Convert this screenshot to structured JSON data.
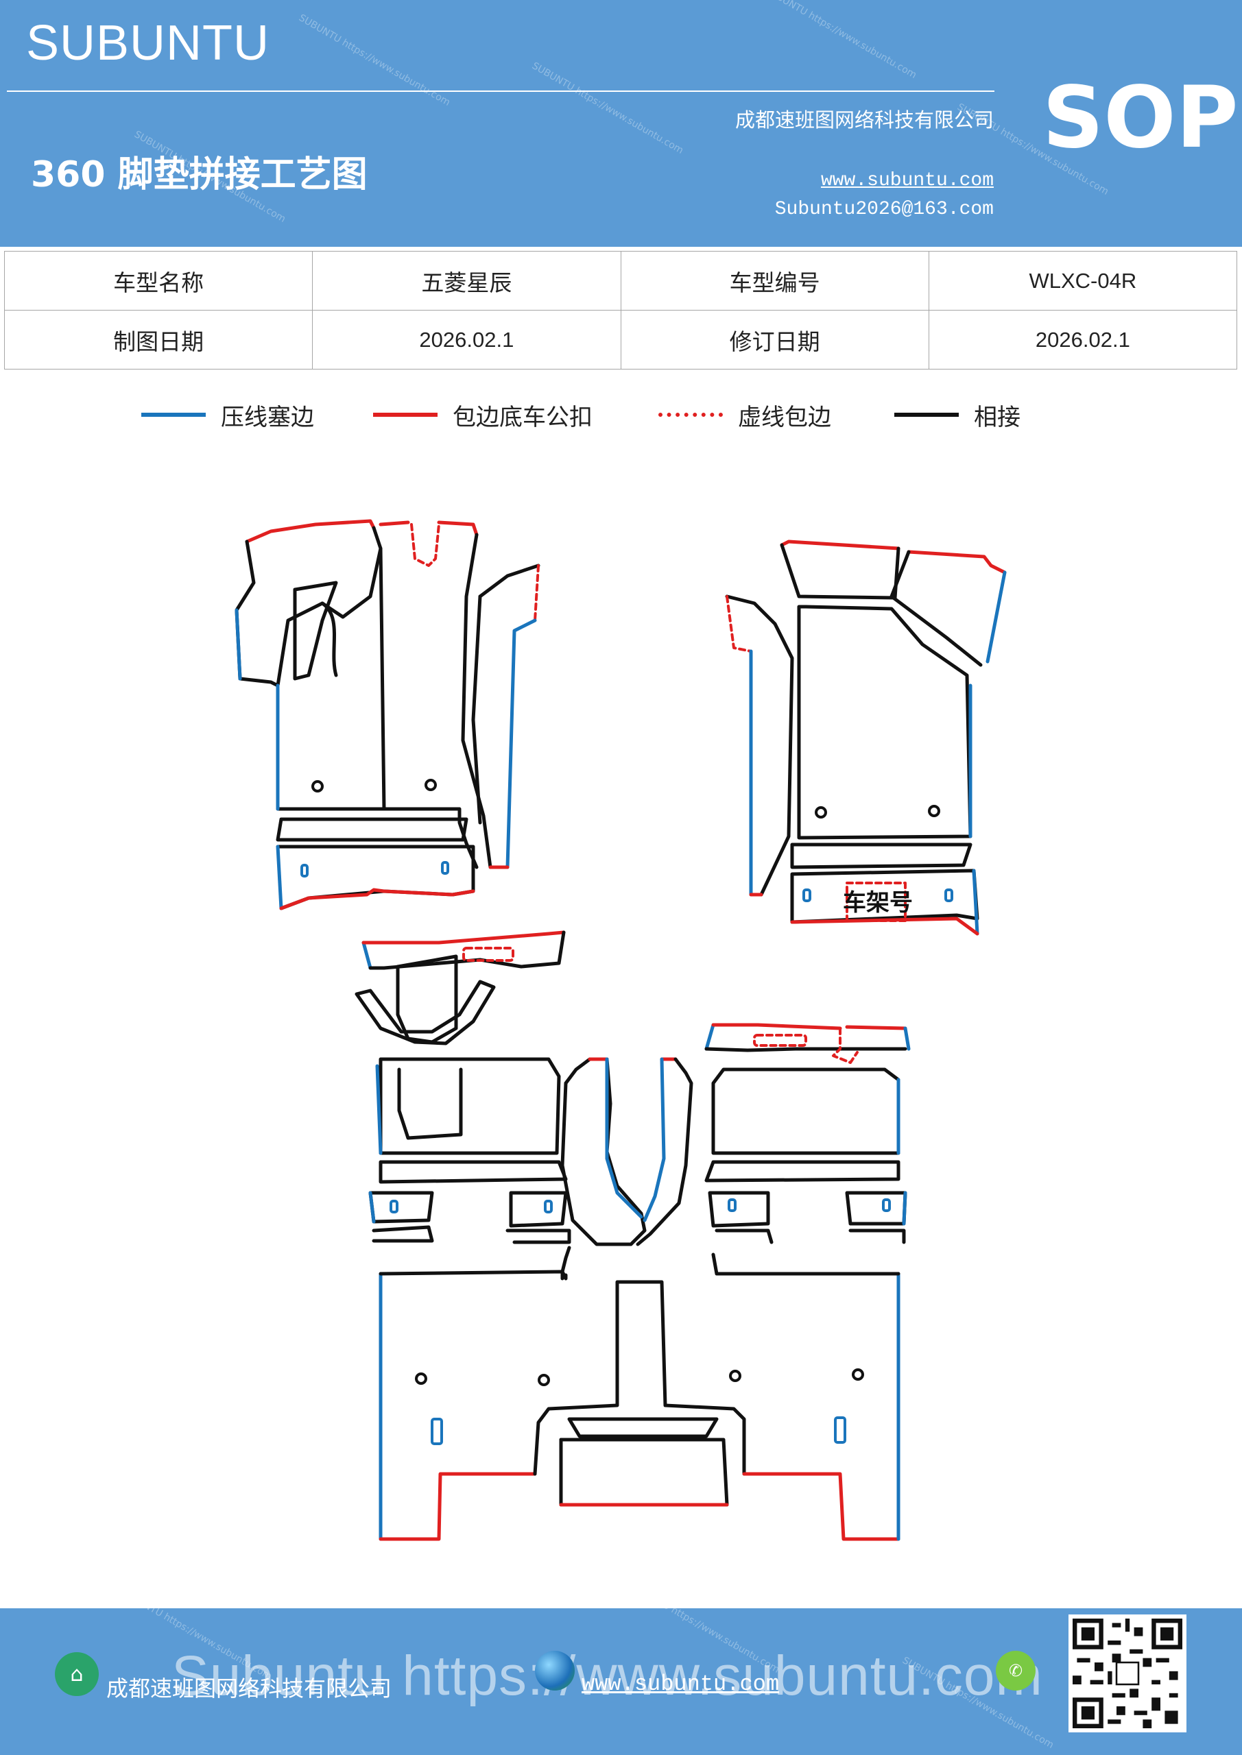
{
  "header": {
    "brand": "SUBUNTU",
    "title": "360 脚垫拼接工艺图",
    "company": "成都速班图网络科技有限公司",
    "website": "www.subuntu.com",
    "email": "Subuntu2026@163.com",
    "doc_type": "SOP",
    "bg_color": "#5b9bd5"
  },
  "info_table": {
    "rows": [
      [
        "车型名称",
        "五菱星辰",
        "车型编号",
        "WLXC-04R"
      ],
      [
        "制图日期",
        "2026.02.1",
        "修订日期",
        "2026.02.1"
      ]
    ]
  },
  "legend": [
    {
      "label": "压线塞边",
      "color": "#1a75bc",
      "style": "solid"
    },
    {
      "label": "包边底车公扣",
      "color": "#e02020",
      "style": "solid"
    },
    {
      "label": "虚线包边",
      "color": "#e02020",
      "style": "dashed"
    },
    {
      "label": "相接",
      "color": "#111111",
      "style": "solid"
    }
  ],
  "drawing": {
    "frame_label": "车架号"
  },
  "footer": {
    "company": "成都速班图网络科技有限公司",
    "website": "www.subuntu.com",
    "overlay_text": "Subuntu https://www.subuntu.com",
    "icons": [
      "building-icon",
      "globe-icon",
      "wechat-icon",
      "qr-code"
    ]
  }
}
